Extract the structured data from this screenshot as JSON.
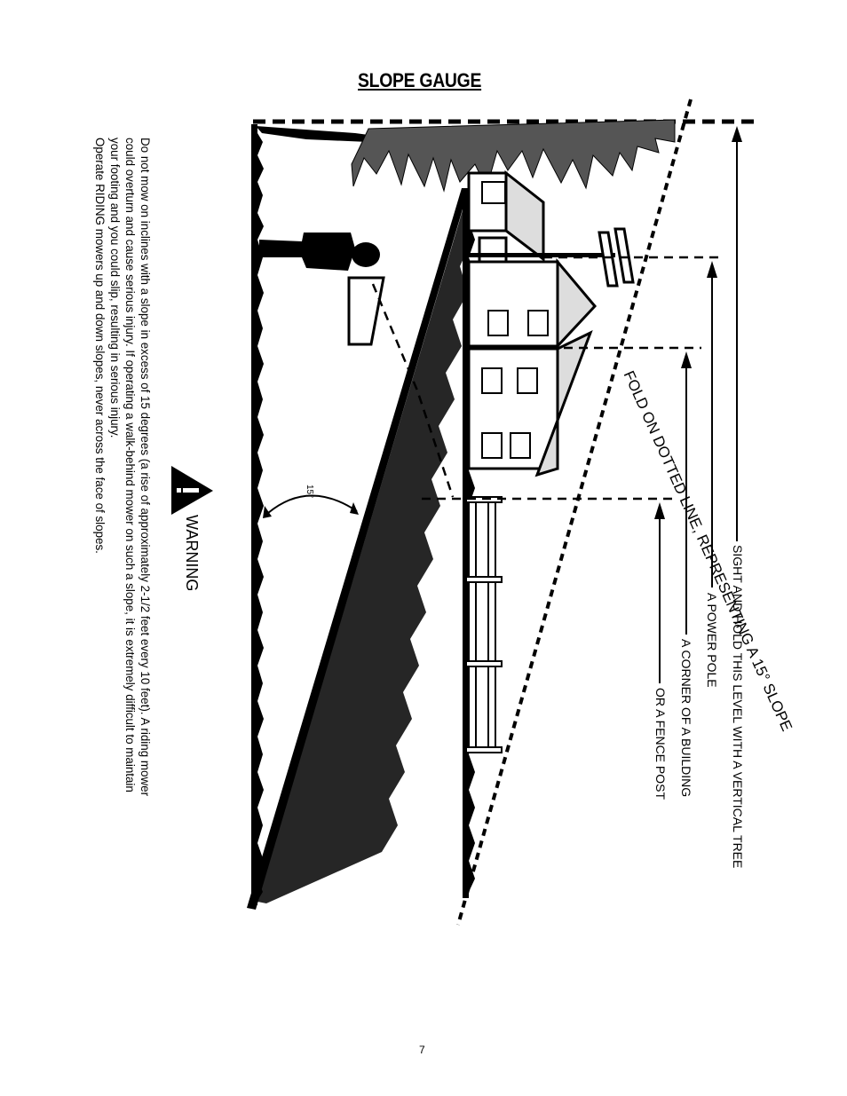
{
  "title": "SLOPE GAUGE",
  "sight_labels": {
    "tree": "SIGHT AND HOLD THIS LEVEL WITH A VERTICAL TREE",
    "pole": "A POWER POLE",
    "building": "A CORNER OF A BUILDING",
    "fence": "OR A FENCE POST"
  },
  "fold_text": "FOLD ON DOTTED LINE, REPRESENTING A 15° SLOPE",
  "angle_label": "15°",
  "warning": {
    "heading": "WARNING",
    "icon": "exclamation-triangle-icon",
    "lines": [
      "Do not mow on inclines with a slope in excess of 15 degrees (a rise of approximately 2-1/2 feet every 10 feet).  A riding mower",
      "could overturn and cause serious injury.  If operating a walk-behind mower on such a slope, it is extremely difficult to maintain",
      "your footing and you could slip, resulting in serious injury.",
      "Operate RIDING mowers up and down slopes, never across the face of slopes."
    ]
  },
  "page_number": "7"
}
